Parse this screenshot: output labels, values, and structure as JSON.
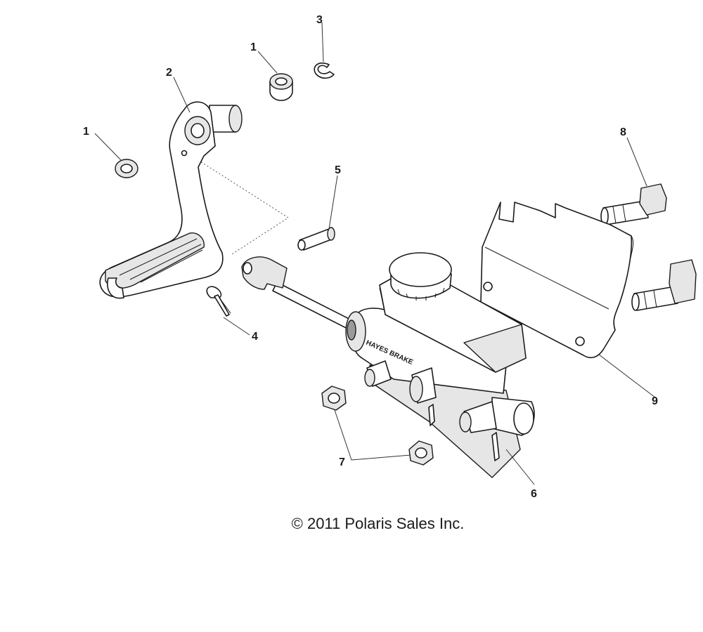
{
  "copyright": "© 2011 Polaris Sales Inc.",
  "callouts": [
    "1",
    "2",
    "3",
    "1",
    "4",
    "5",
    "6",
    "7",
    "8",
    "9"
  ],
  "embossed_text": "HAYES BRAKE",
  "parts": [
    {
      "ref": "1",
      "name": "bushing"
    },
    {
      "ref": "2",
      "name": "brake-pedal"
    },
    {
      "ref": "3",
      "name": "e-clip"
    },
    {
      "ref": "4",
      "name": "cotter-pin"
    },
    {
      "ref": "5",
      "name": "clevis-pin"
    },
    {
      "ref": "6",
      "name": "master-cylinder"
    },
    {
      "ref": "7",
      "name": "nut"
    },
    {
      "ref": "8",
      "name": "bolt"
    },
    {
      "ref": "9",
      "name": "mounting-bracket"
    }
  ]
}
